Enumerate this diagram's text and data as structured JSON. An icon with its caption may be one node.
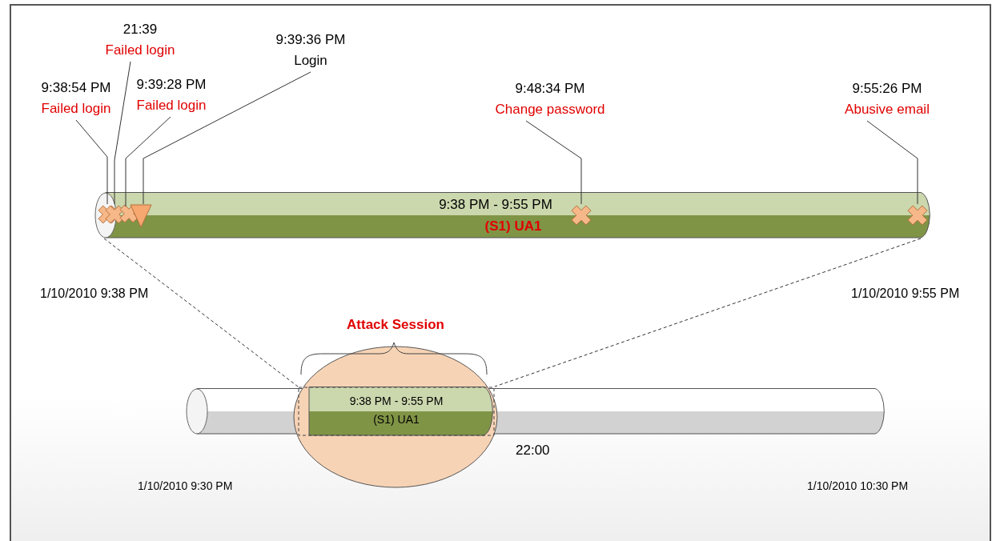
{
  "diagram": {
    "nodes": [
      {
        "text": [
          "9:38 PM - 9:55 PM",
          "(S1) UA1"
        ]
      },
      {
        "text": [
          "9:38:54 PM",
          "Failed login"
        ]
      },
      {
        "text": [
          "21:39",
          "Failed login"
        ]
      },
      {
        "text": [
          "9:39:28 PM",
          "Failed login"
        ]
      },
      {
        "text": [
          "9:39:36 PM",
          "Login"
        ]
      },
      {
        "text": [
          "9:48:34 PM",
          "Change password"
        ]
      },
      {
        "text": [
          "9:55:26 PM",
          "Abusive email"
        ]
      },
      {
        "text": [],
        "shape": "cross",
        "in": 0
      },
      {
        "text": [],
        "shape": "cross",
        "in": 0
      },
      {
        "text": [],
        "shape": "cross",
        "in": 0
      },
      {
        "text": [],
        "shape": "triangle",
        "in": 0
      },
      {
        "text": [],
        "shape": "cross",
        "in": 0
      },
      {
        "text": [],
        "shape": "cross",
        "in": 0
      },
      {
        "text": [],
        "shape": "cylinder"
      },
      {
        "text": [
          "9:38 PM - 9:55 PM",
          "(S1) UA1"
        ]
      },
      {
        "text": [
          "Attack Session"
        ]
      }
    ],
    "edges": [
      {
        "from": 1,
        "to": 7,
        "arrow": "none"
      },
      {
        "from": 2,
        "to": 8,
        "arrow": "none"
      },
      {
        "from": 3,
        "to": 9,
        "arrow": "none"
      },
      {
        "from": 4,
        "to": 10,
        "arrow": "none"
      },
      {
        "from": 5,
        "to": 11,
        "arrow": "none"
      },
      {
        "from": 6,
        "to": 12,
        "arrow": "none"
      },
      {
        "from": 0,
        "to": 14,
        "arrow": "none",
        "style": "dashed"
      },
      {
        "from": 0,
        "to": 14,
        "arrow": "none",
        "style": "dashed"
      }
    ],
    "labels": [
      "1/10/2010 9:38 PM",
      "1/10/2010 9:55 PM",
      "22:00",
      "1/10/2010 9:30 PM",
      "1/10/2010 10:30 PM"
    ]
  }
}
